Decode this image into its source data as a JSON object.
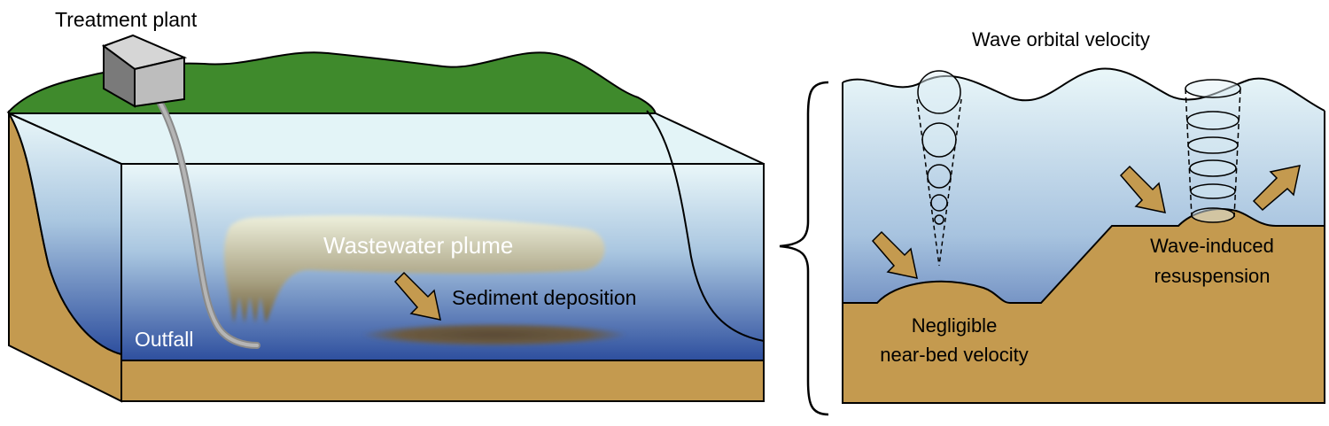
{
  "labels": {
    "treatment_plant": "Treatment plant",
    "wastewater_plume": "Wastewater plume",
    "sediment_deposition": "Sediment deposition",
    "outfall": "Outfall",
    "wave_orbital_velocity": "Wave orbital velocity",
    "negligible_line1": "Negligible",
    "negligible_line2": "near-bed velocity",
    "resuspension_line1": "Wave-induced",
    "resuspension_line2": "resuspension"
  },
  "colors": {
    "land_green": "#3f8a2c",
    "sediment": "#c49a4f",
    "water_top": "#e8f6f8",
    "water_bottom": "#2e4f9e",
    "plume": "#a8a07a",
    "arrow": "#c49a4f",
    "outline": "#000000",
    "building": "#b8b8b8"
  }
}
